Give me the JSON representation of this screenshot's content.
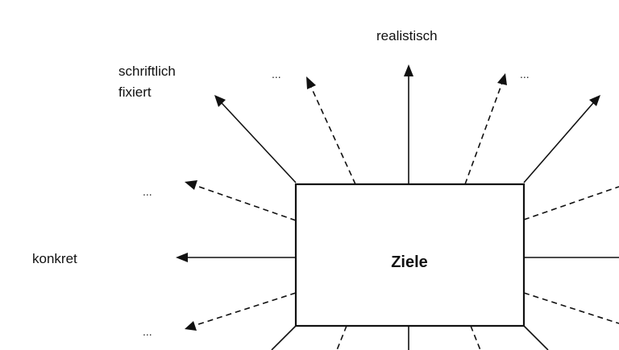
{
  "diagram": {
    "center": {
      "label": "Ziele"
    },
    "attributes": [
      {
        "label": "realistisch",
        "style": "solid"
      },
      {
        "label_line1": "schriftlich",
        "label_line2": "fixiert",
        "style": "solid"
      },
      {
        "label": "konkret",
        "style": "solid"
      }
    ],
    "placeholders": {
      "top_left": "...",
      "top_right": "...",
      "left_upper": "...",
      "left_lower": "..."
    }
  },
  "colors": {
    "line": "#111111",
    "background": "#ffffff"
  }
}
